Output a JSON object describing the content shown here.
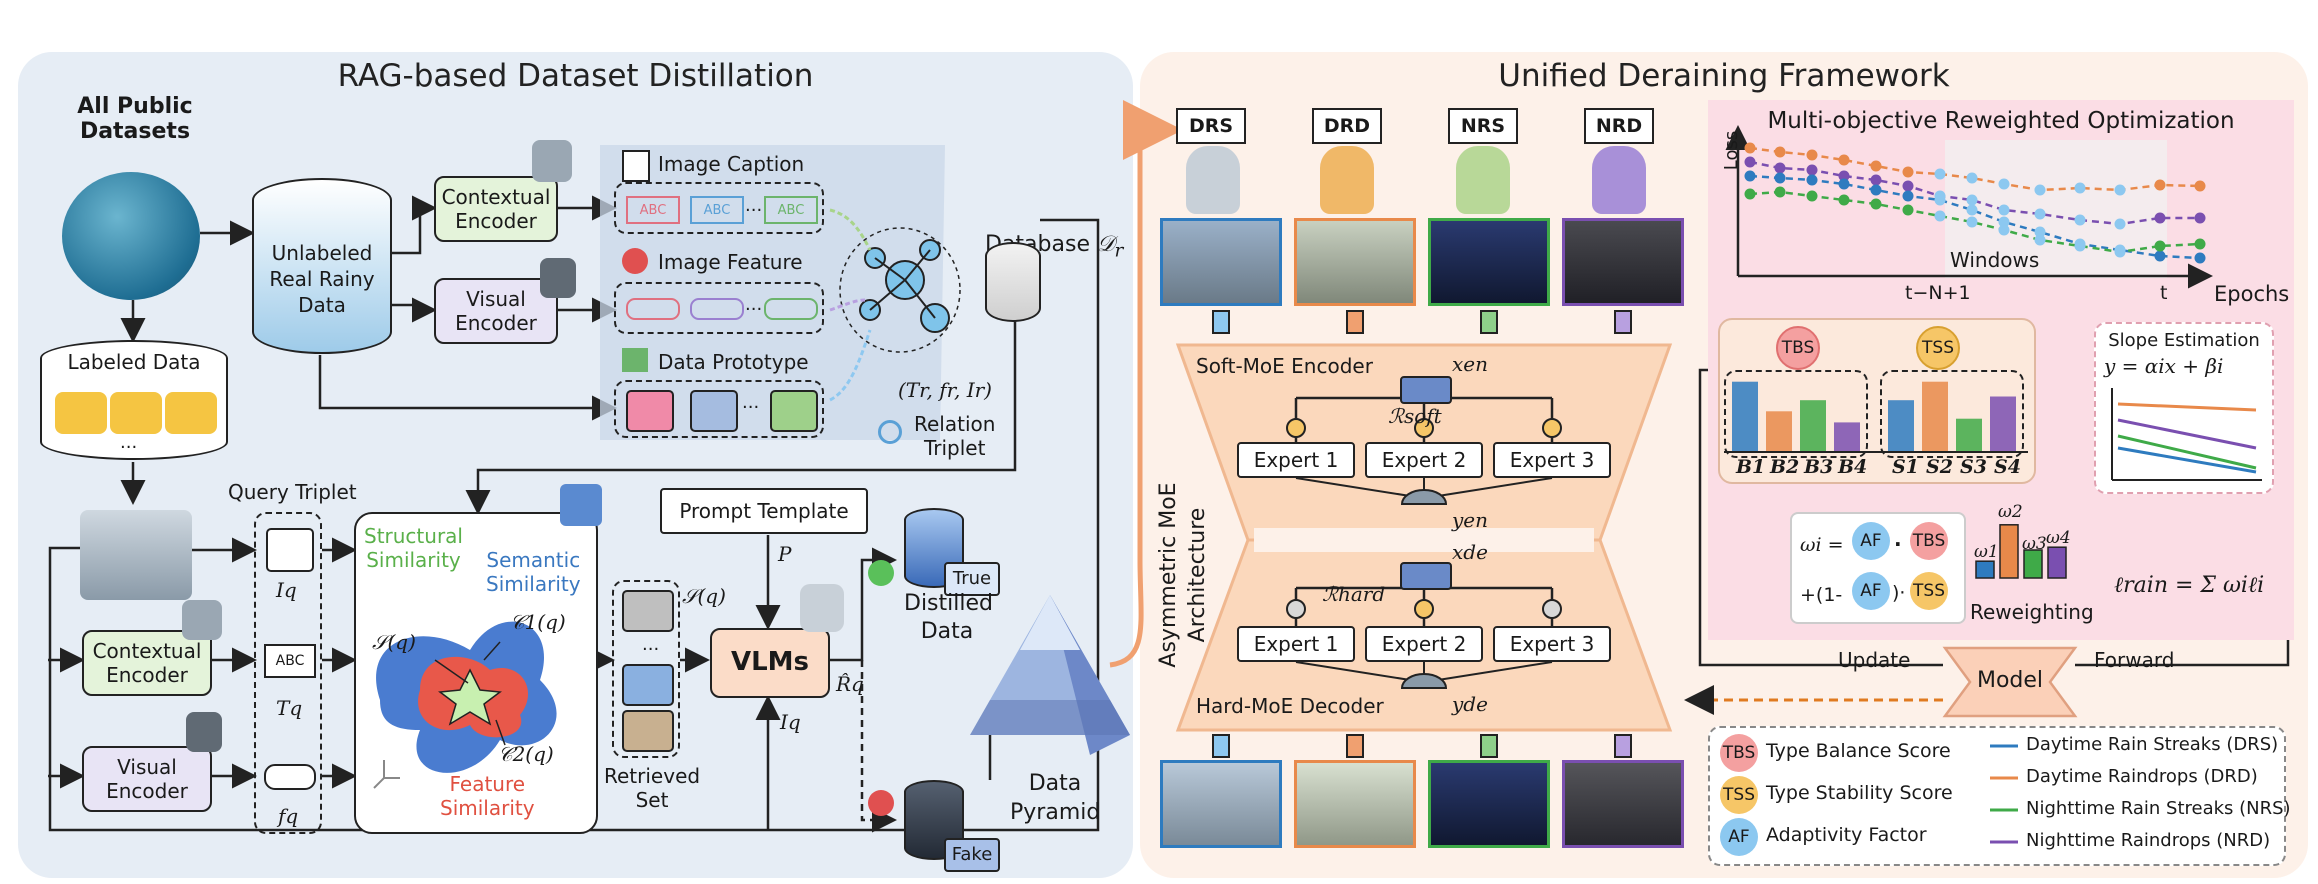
{
  "left": {
    "title": "RAG-based Dataset Distillation",
    "all_public": "All Public\nDatasets",
    "labeled_data": "Labeled Data",
    "ellipsis": "...",
    "unlabeled": "Unlabeled\nReal Rainy\nData",
    "contextual_encoder": "Contextual\nEncoder",
    "visual_encoder": "Visual\nEncoder",
    "image_caption": "Image Caption",
    "image_feature": "Image Feature",
    "data_prototype": "Data Prototype",
    "abc": "ABC",
    "database": "Database",
    "database_sym": "𝒟",
    "database_sub": "r",
    "triplet_expr": "(Tr, fr, Ir)",
    "relation_triplet": "Relation\nTriplet",
    "query_triplet": "Query Triplet",
    "iq": "Iq",
    "tq": "Tq",
    "fq": "fq",
    "structural": "Structural\nSimilarity",
    "semantic": "Semantic\nSimilarity",
    "feature": "Feature\nSimilarity",
    "sq": "𝒮(q)",
    "c1q": "𝒞1(q)",
    "c2q": "𝒞2(q)",
    "retrieved": "Retrieved\nSet",
    "prompt_template": "Prompt Template",
    "p": "P",
    "vlms": "VLMs",
    "rq": "R̂q",
    "iq2": "Iq",
    "true": "True",
    "fake": "Fake",
    "distilled": "Distilled\nData",
    "pyramid": "Data\nPyramid"
  },
  "right": {
    "title": "Unified Deraining Framework",
    "signs": [
      "DRS",
      "DRD",
      "NRS",
      "NRD"
    ],
    "arch": "Asymmetric MoE\nArchitecture",
    "soft_encoder": "Soft-MoE Encoder",
    "hard_decoder": "Hard-MoE Decoder",
    "x_en": "xen",
    "y_en": "yen",
    "x_de": "xde",
    "y_de": "yde",
    "r_soft": "ℛsoft",
    "r_hard": "ℛhard",
    "experts": [
      "Expert 1",
      "Expert 2",
      "Expert 3"
    ],
    "mro_title": "Multi-objective Reweighted Optimization",
    "loss": "Loss",
    "windows": "Windows",
    "t_n1": "t−N+1",
    "t": "t",
    "epochs": "Epochs",
    "tbs": "TBS",
    "tss": "TSS",
    "af": "AF",
    "bar_labels": [
      "B1",
      "B2",
      "B3",
      "B4",
      "S1",
      "S2",
      "S3",
      "S4"
    ],
    "slope_title": "Slope Estimation",
    "slope_eq": "y = αix + βi",
    "omega_eq_left": "ωi =",
    "omega_eq_mult": "·",
    "omega_eq_plus": "+(1-",
    "omega_eq_close": ")·",
    "omegas": [
      "ω1",
      "ω2",
      "ω3",
      "ω4"
    ],
    "reweighting": "Reweighting",
    "loss_eq": "ℓrain = Σ ωiℓi",
    "update": "Update",
    "forward": "Forward",
    "model": "Model",
    "legend": {
      "tbs_text": "Type Balance Score",
      "tss_text": "Type Stability Score",
      "af_text": "Adaptivity Factor",
      "drs": "Daytime Rain Streaks (DRS)",
      "drd": "Daytime Raindrops (DRD)",
      "nrs": "Nighttime Rain Streaks (NRS)",
      "nrd": "Nighttime Raindrops (NRD)"
    }
  },
  "colors": {
    "drs": "#2e7bbf",
    "drd": "#e8894a",
    "nrs": "#3faa48",
    "nrd": "#7a4fb0",
    "tbs": "#f4a0a0",
    "tss": "#f6c667",
    "af": "#8cc8f0"
  },
  "chart_data": {
    "type": "bar",
    "categories": [
      "B1",
      "B2",
      "B3",
      "B4",
      "S1",
      "S2",
      "S3",
      "S4"
    ],
    "values": [
      0.95,
      0.55,
      0.7,
      0.4,
      0.7,
      0.95,
      0.45,
      0.75
    ]
  },
  "omega_bars": [
    0.3,
    0.95,
    0.5,
    0.55
  ]
}
